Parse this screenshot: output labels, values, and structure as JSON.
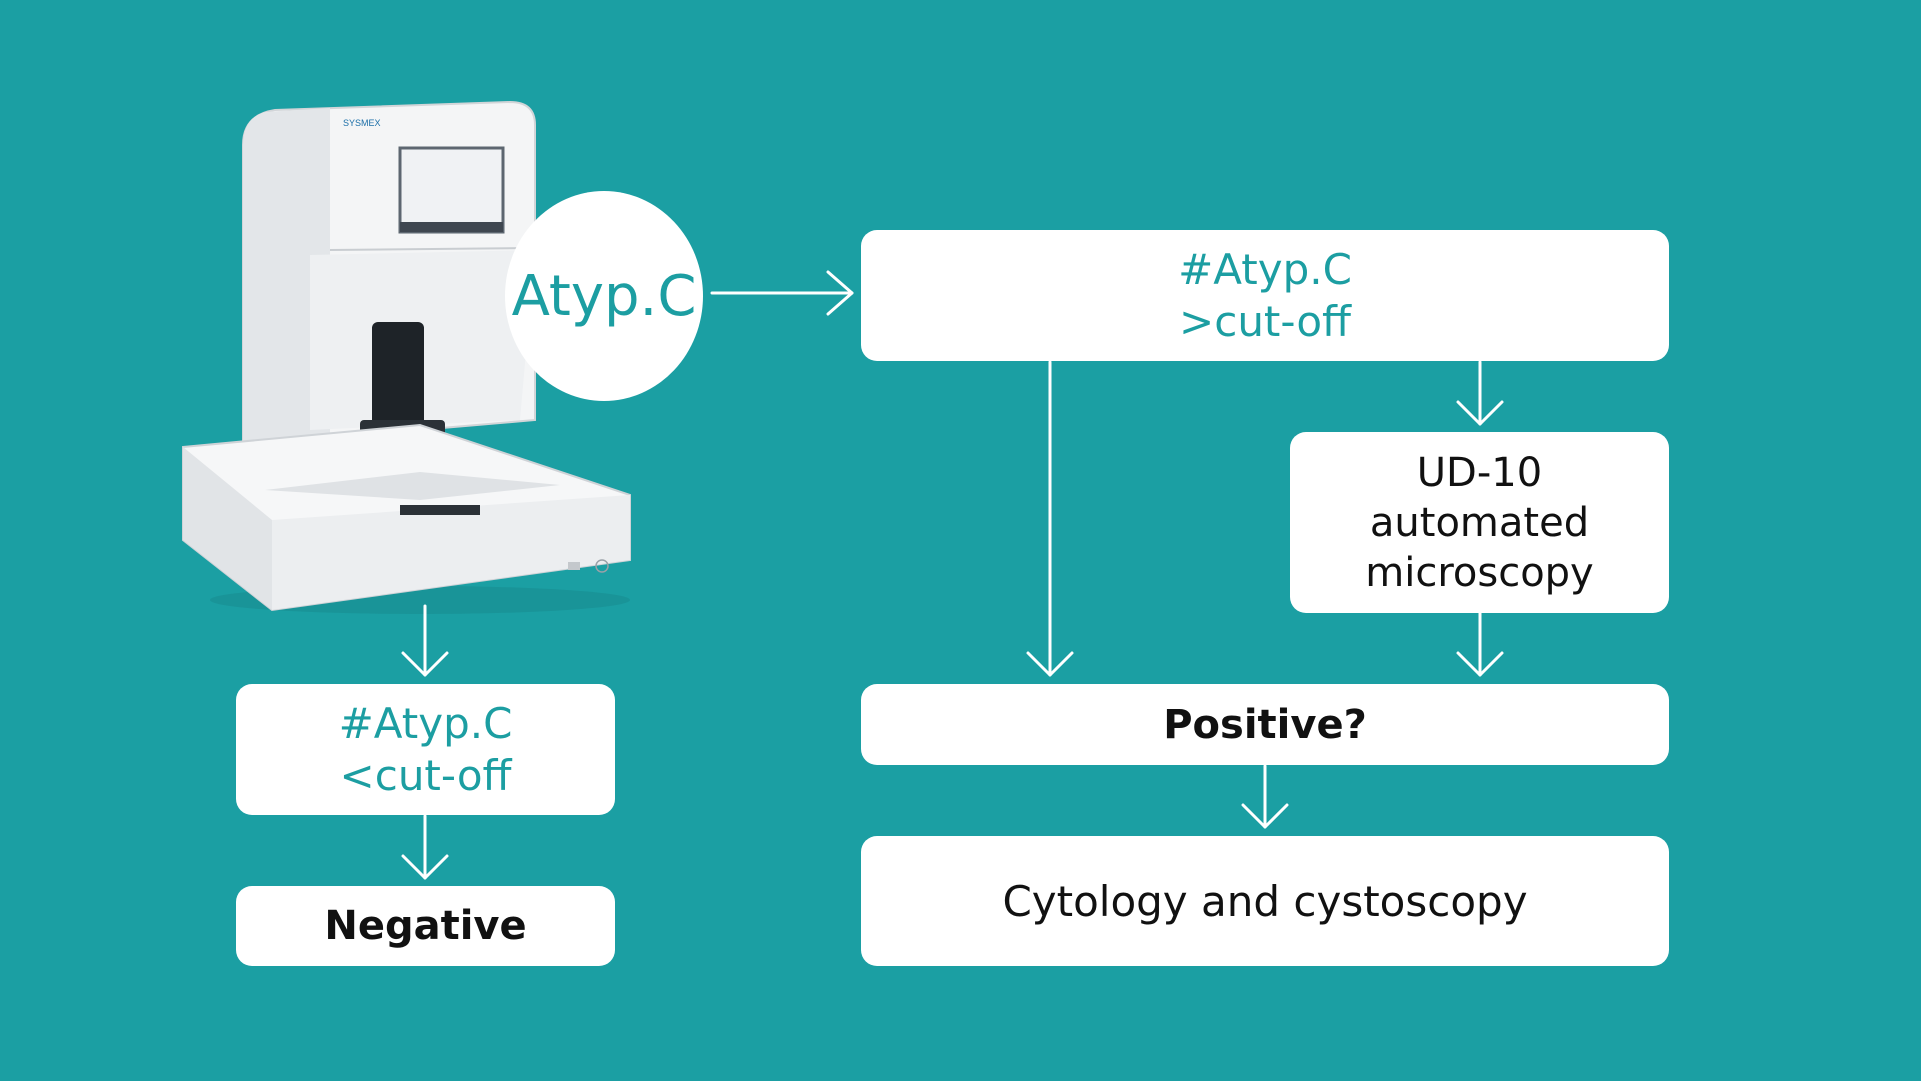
{
  "colors": {
    "background": "#1b9fa3",
    "accent": "#1c9ea2",
    "box": "#ffffff",
    "text": "#111111"
  },
  "device": {
    "brand": "SYSMEX",
    "icon": "urine-analyzer-device"
  },
  "flag_circle": {
    "label": "Atyp.C"
  },
  "left": {
    "below_cutoff": {
      "line1": "#Atyp.C",
      "line2": "<cut-off"
    },
    "result": "Negative"
  },
  "right": {
    "above_cutoff": {
      "line1": "#Atyp.C",
      "line2": ">cut-off"
    },
    "microscopy": {
      "line1": "UD-10",
      "line2": "automated",
      "line3": "microscopy"
    },
    "decision": "Positive?",
    "followup": "Cytology and cystoscopy"
  }
}
